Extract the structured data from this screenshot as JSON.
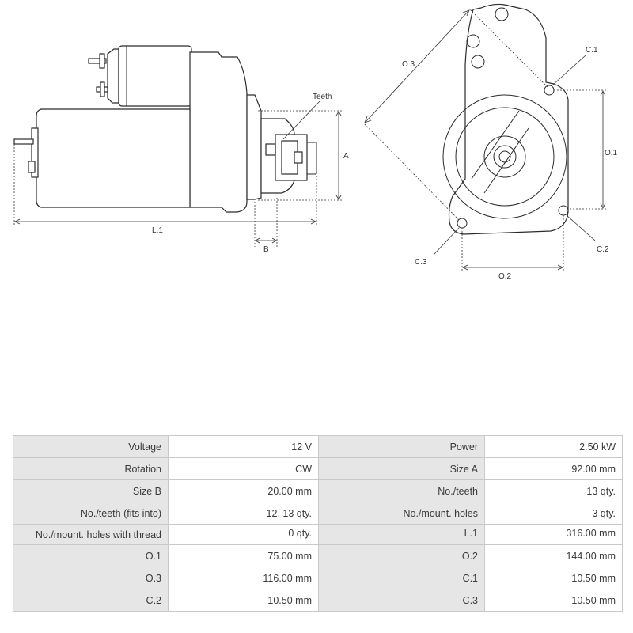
{
  "drawing": {
    "side_labels": {
      "teeth": "Teeth",
      "a": "A",
      "b": "B",
      "l1": "L.1"
    },
    "front_labels": {
      "o1": "O.1",
      "o2": "O.2",
      "o3": "O.3",
      "c1": "C.1",
      "c2": "C.2",
      "c3": "C.3"
    }
  },
  "specs": [
    {
      "left_label": "Voltage",
      "left_value": "12 V",
      "right_label": "Power",
      "right_value": "2.50 kW"
    },
    {
      "left_label": "Rotation",
      "left_value": "CW",
      "right_label": "Size A",
      "right_value": "92.00 mm"
    },
    {
      "left_label": "Size B",
      "left_value": "20.00 mm",
      "right_label": "No./teeth",
      "right_value": "13 qty."
    },
    {
      "left_label": "No./teeth (fits into)",
      "left_value": "12. 13 qty.",
      "right_label": "No./mount. holes",
      "right_value": "3 qty."
    },
    {
      "left_label": "No./mount. holes with thread",
      "left_value": "0 qty.",
      "right_label": "L.1",
      "right_value": "316.00 mm"
    },
    {
      "left_label": "O.1",
      "left_value": "75.00 mm",
      "right_label": "O.2",
      "right_value": "144.00 mm"
    },
    {
      "left_label": "O.3",
      "left_value": "116.00 mm",
      "right_label": "C.1",
      "right_value": "10.50 mm"
    },
    {
      "left_label": "C.2",
      "left_value": "10.50 mm",
      "right_label": "C.3",
      "right_value": "10.50 mm"
    }
  ]
}
